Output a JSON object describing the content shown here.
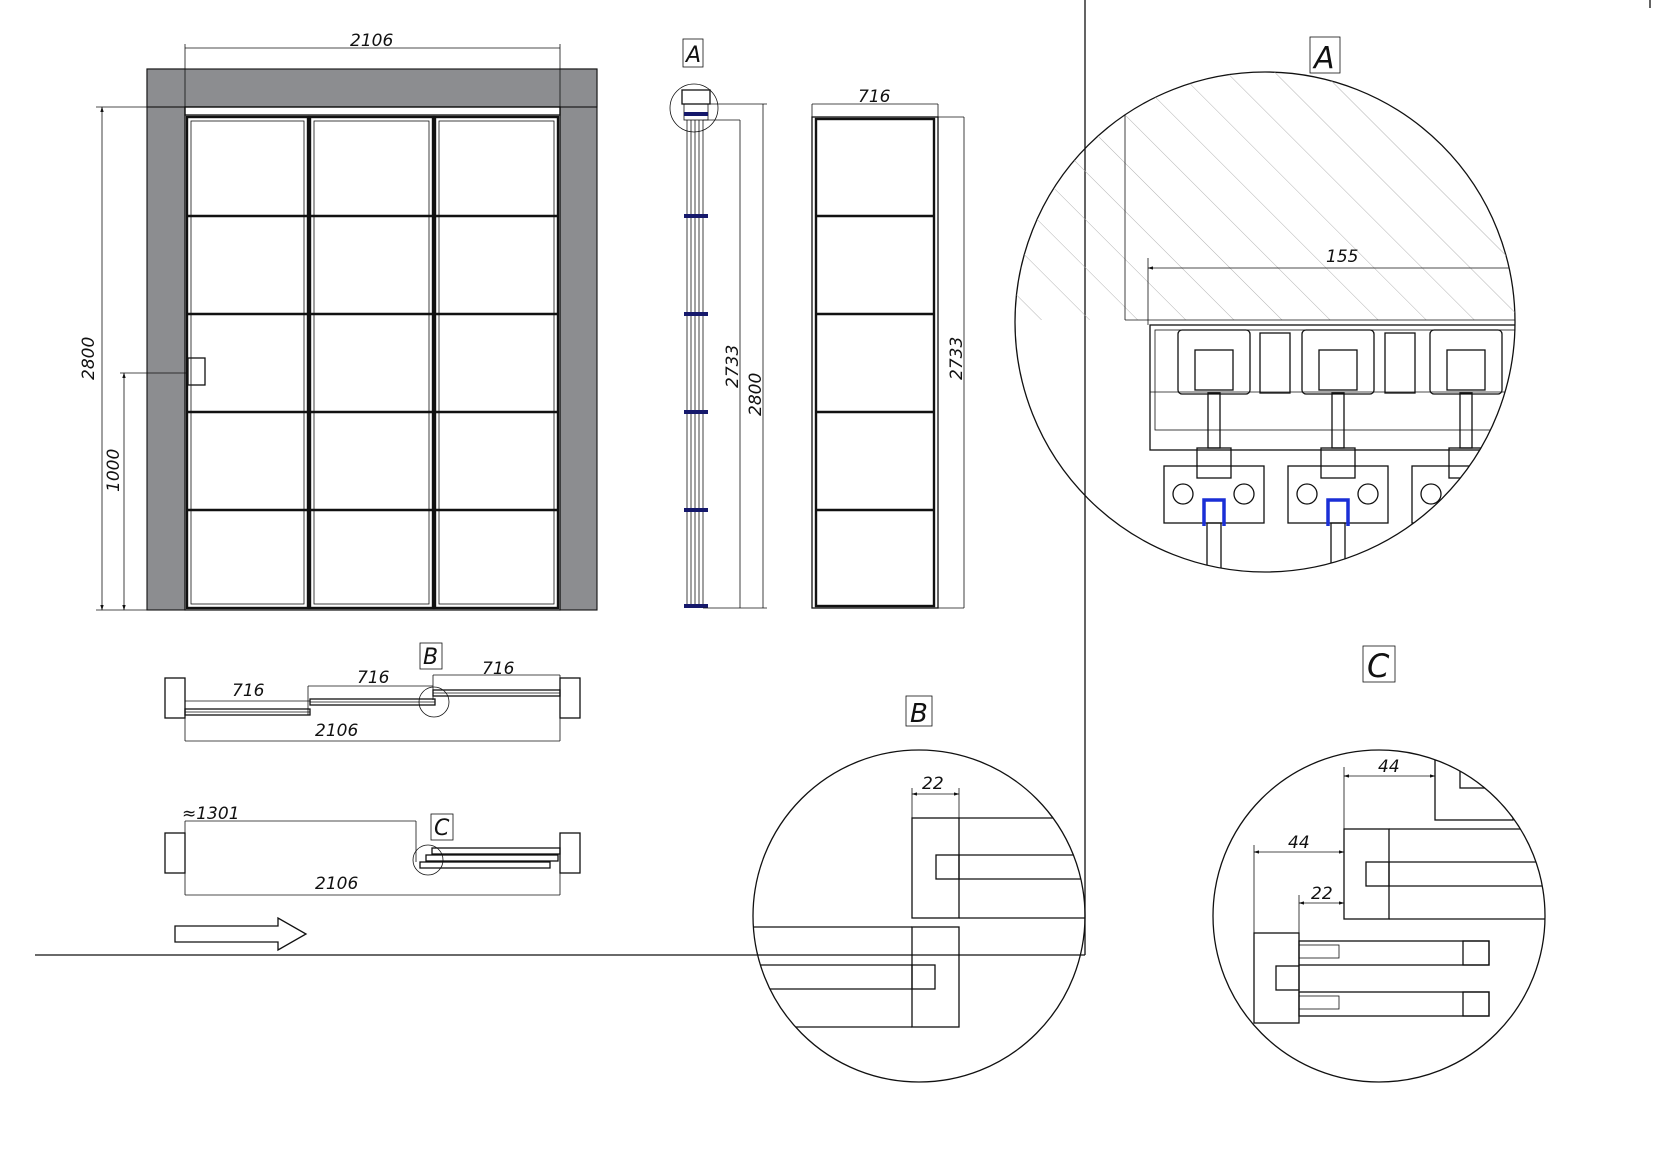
{
  "colors": {
    "wall": "#8c8d90",
    "line": "#111111",
    "seal": "#1a2fd6",
    "background": "#ffffff"
  },
  "labels": {
    "view_a": "A",
    "view_b": "B",
    "view_c": "C"
  },
  "front_view": {
    "width": "2106",
    "height": "2800",
    "handle_height": "1000"
  },
  "side_view_a": {
    "height_inner": "2733",
    "height_total": "2800"
  },
  "side_panel": {
    "width": "716",
    "height": "2733"
  },
  "plan_closed": {
    "panel_1": "716",
    "panel_2": "716",
    "panel_3": "716",
    "total": "2106"
  },
  "plan_open": {
    "opening": "≈1301",
    "total": "2106"
  },
  "detail_a": {
    "track_width": "155"
  },
  "detail_b": {
    "profile": "22"
  },
  "detail_c": {
    "offset_top": "44",
    "offset_left": "44",
    "profile": "22"
  }
}
